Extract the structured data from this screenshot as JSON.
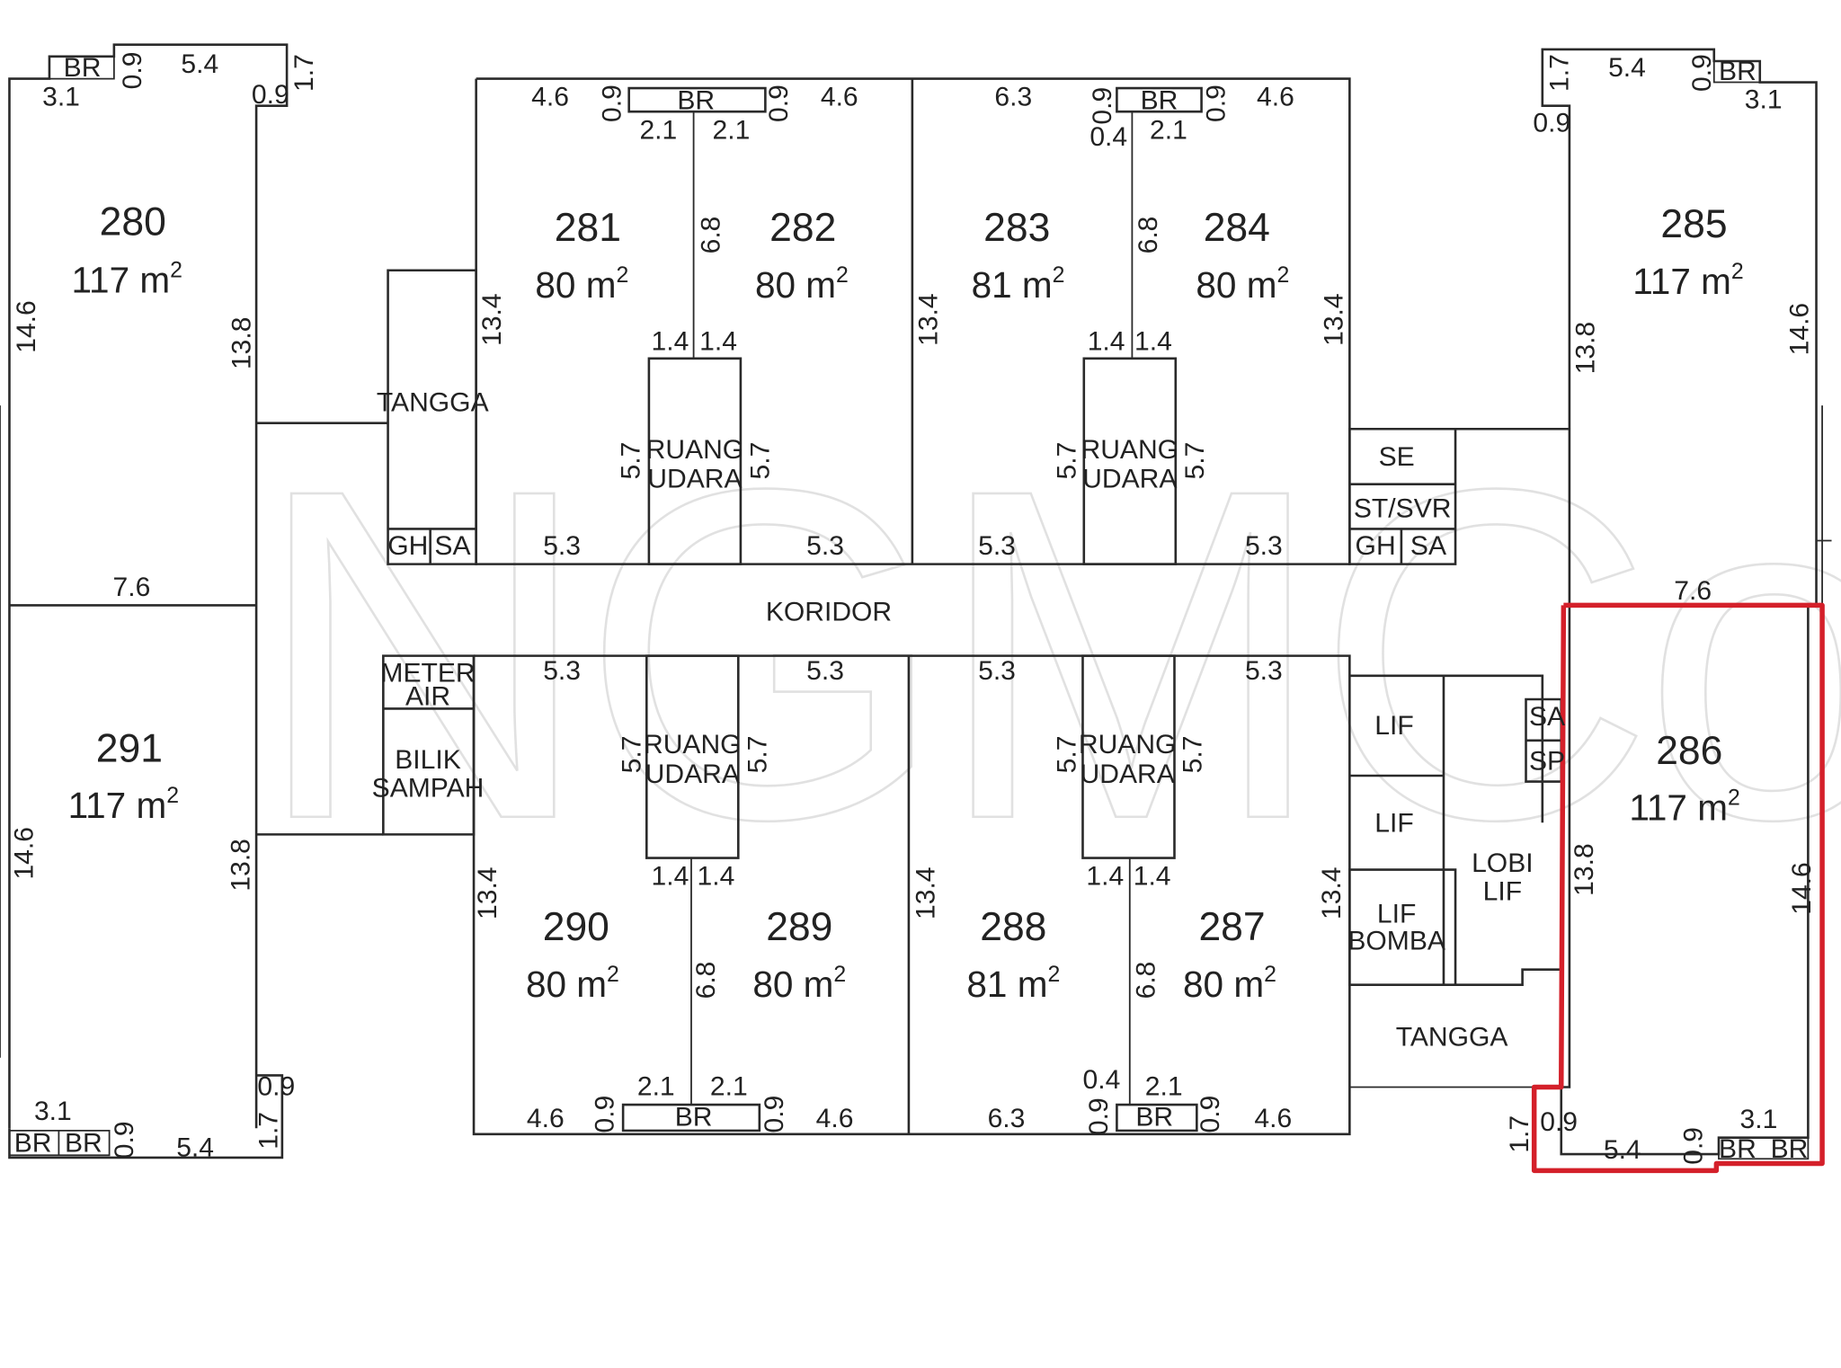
{
  "units": [
    {
      "number": "280",
      "area": "117 m",
      "sup": "2"
    },
    {
      "number": "281",
      "area": "80 m",
      "sup": "2"
    },
    {
      "number": "282",
      "area": "80 m",
      "sup": "2"
    },
    {
      "number": "283",
      "area": "81 m",
      "sup": "2"
    },
    {
      "number": "284",
      "area": "80 m",
      "sup": "2"
    },
    {
      "number": "285",
      "area": "117 m",
      "sup": "2"
    },
    {
      "number": "291",
      "area": "117 m",
      "sup": "2"
    },
    {
      "number": "290",
      "area": "80 m",
      "sup": "2"
    },
    {
      "number": "289",
      "area": "80 m",
      "sup": "2"
    },
    {
      "number": "288",
      "area": "81 m",
      "sup": "2"
    },
    {
      "number": "287",
      "area": "80 m",
      "sup": "2"
    },
    {
      "number": "286",
      "area": "117 m",
      "sup": "2"
    }
  ],
  "highlighted_unit": "286",
  "highlight_color": "#d4202a",
  "rooms": {
    "tangga_top": "TANGGA",
    "gh": "GH",
    "sa": "SA",
    "ruang": "RUANG",
    "udara": "UDARA",
    "se": "SE",
    "st_svr": "ST/SVR",
    "koridor": "KORIDOR",
    "meter": "METER",
    "air": "AIR",
    "bilik": "BILIK",
    "sampah": "SAMPAH",
    "lif": "LIF",
    "bomba": "BOMBA",
    "lobi": "LOBI",
    "sp": "SP",
    "tangga_bottom": "TANGGA",
    "br": "BR"
  },
  "dims": {
    "d0_9": "0.9",
    "d1_7": "1.7",
    "d5_4": "5.4",
    "d3_1": "3.1",
    "d4_6": "4.6",
    "d2_1": "2.1",
    "d6_3": "6.3",
    "d0_4": "0.4",
    "d14_6": "14.6",
    "d13_8": "13.8",
    "d13_4": "13.4",
    "d6_8": "6.8",
    "d1_4": "1.4",
    "d5_7": "5.7",
    "d5_3": "5.3",
    "d7_6": "7.6"
  },
  "watermark": "NGMCo"
}
